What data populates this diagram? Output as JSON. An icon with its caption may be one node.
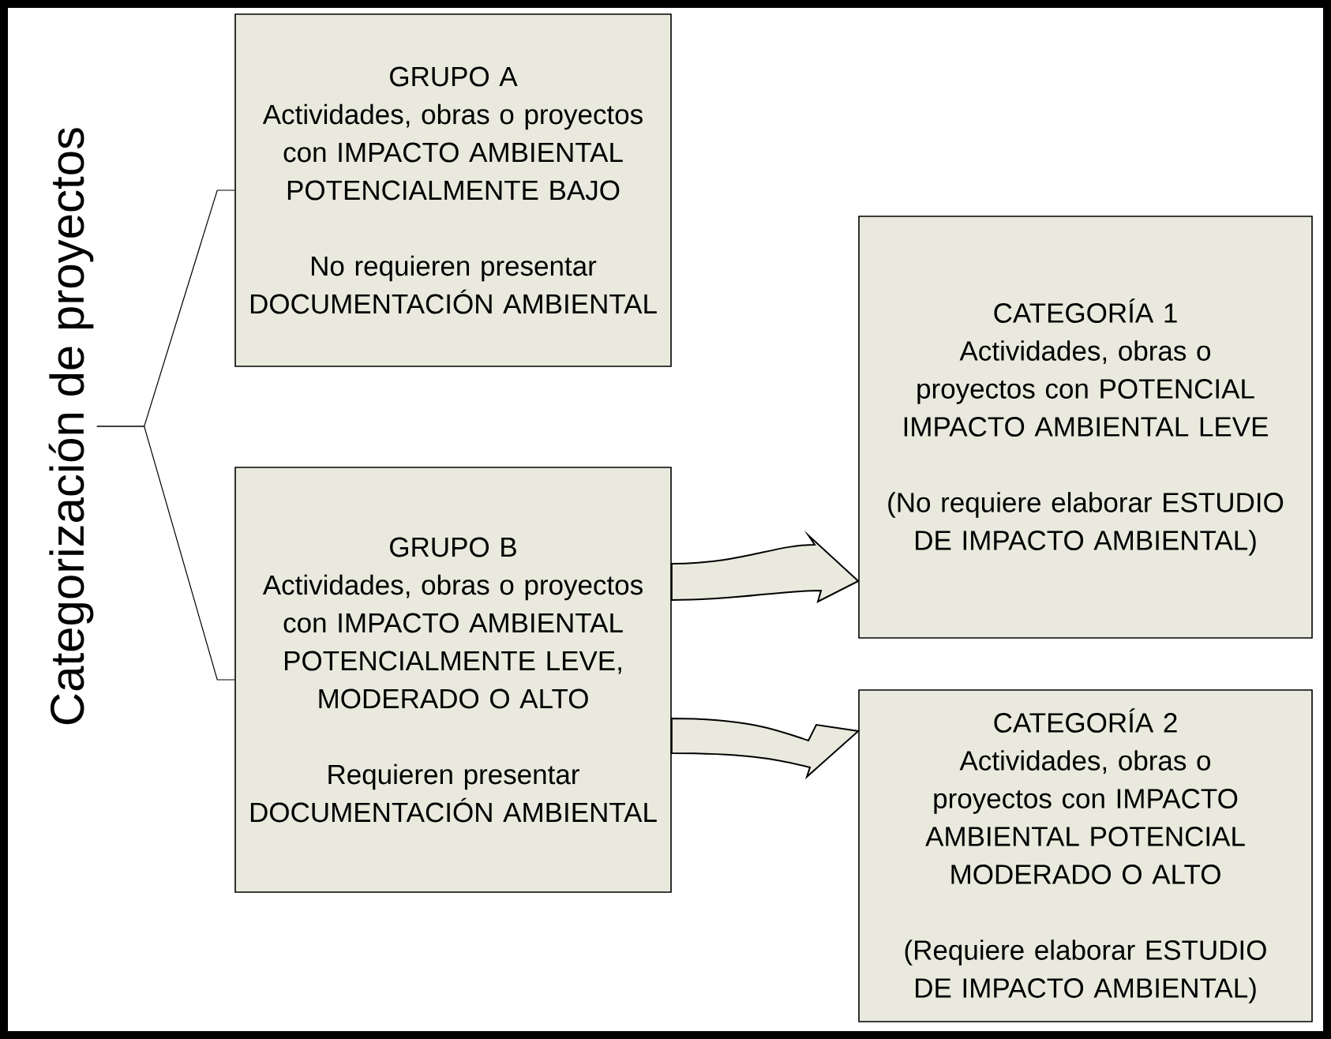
{
  "diagram": {
    "nodes": [
      {
        "text": [
          "Categorización de proyectos"
        ]
      },
      {
        "text": [
          "GRUPO A",
          "Actividades, obras o proyectos con IMPACTO AMBIENTAL POTENCIALMENTE BAJO",
          "No requieren presentar DOCUMENTACIÓN AMBIENTAL"
        ]
      },
      {
        "text": [
          "GRUPO B",
          "Actividades, obras o proyectos con IMPACTO AMBIENTAL POTENCIALMENTE LEVE, MODERADO O ALTO",
          "Requieren presentar DOCUMENTACIÓN AMBIENTAL"
        ]
      },
      {
        "text": [
          "CATEGORÍA 1",
          "Actividades, obras o proyectos con POTENCIAL IMPACTO AMBIENTAL LEVE",
          "(No requiere elaborar ESTUDIO DE IMPACTO AMBIENTAL)"
        ]
      },
      {
        "text": [
          "CATEGORÍA 2",
          "Actividades, obras o proyectos con IMPACTO AMBIENTAL POTENCIAL MODERADO O ALTO",
          "(Requiere elaborar ESTUDIO DE IMPACTO AMBIENTAL)"
        ]
      }
    ],
    "edges": [
      {
        "from": 0,
        "to": 1,
        "arrow": "none"
      },
      {
        "from": 0,
        "to": 2,
        "arrow": "none"
      },
      {
        "from": 2,
        "to": 3,
        "arrow": "to",
        "style": "thick"
      },
      {
        "from": 2,
        "to": 4,
        "arrow": "to",
        "style": "thick"
      }
    ]
  }
}
